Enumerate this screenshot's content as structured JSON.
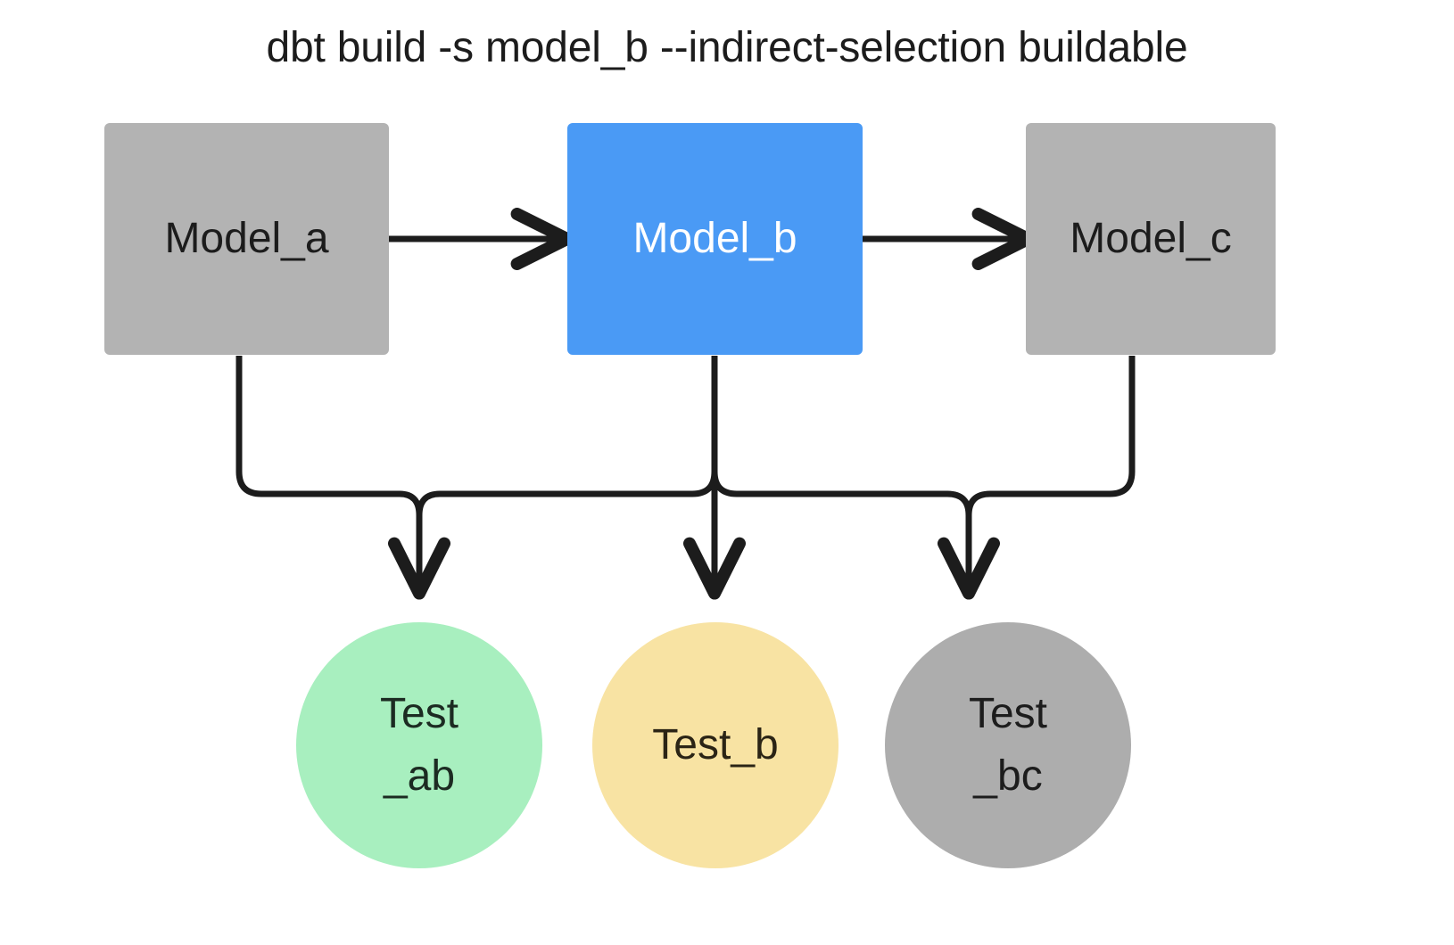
{
  "title": "dbt build -s model_b --indirect-selection buildable",
  "colors": {
    "background": "#ffffff",
    "edge": "#1c1c1c",
    "title_text": "#1c1c1c",
    "model_gray": "#b3b3b3",
    "model_gray_text": "#1c1c1c",
    "model_selected_blue": "#4a9af5",
    "model_selected_text": "#ffffff",
    "test_green": "#a8efbf",
    "test_green_text": "#1c2b22",
    "test_yellow": "#f8e3a3",
    "test_yellow_text": "#2b2415",
    "test_gray": "#adadad",
    "test_gray_text": "#1c1c1c"
  },
  "models": {
    "model_a": {
      "label": "Model_a"
    },
    "model_b": {
      "label": "Model_b"
    },
    "model_c": {
      "label": "Model_c"
    }
  },
  "tests": {
    "test_ab": {
      "line1": "Test",
      "line2": "_ab"
    },
    "test_b": {
      "line1": "Test_b",
      "line2": ""
    },
    "test_bc": {
      "line1": "Test",
      "line2": "_bc"
    }
  },
  "edges": [
    {
      "name": "model-a-to-model-b",
      "type": "arrow-right"
    },
    {
      "name": "model-b-to-model-c",
      "type": "arrow-right"
    },
    {
      "name": "model-a-to-test-ab",
      "type": "elbow-arrow-down"
    },
    {
      "name": "model-b-to-test-ab",
      "type": "elbow-arrow-down"
    },
    {
      "name": "model-b-to-test-b",
      "type": "straight-arrow-down"
    },
    {
      "name": "model-b-to-test-bc",
      "type": "elbow-arrow-down"
    },
    {
      "name": "model-c-to-test-bc",
      "type": "elbow-arrow-down"
    }
  ]
}
